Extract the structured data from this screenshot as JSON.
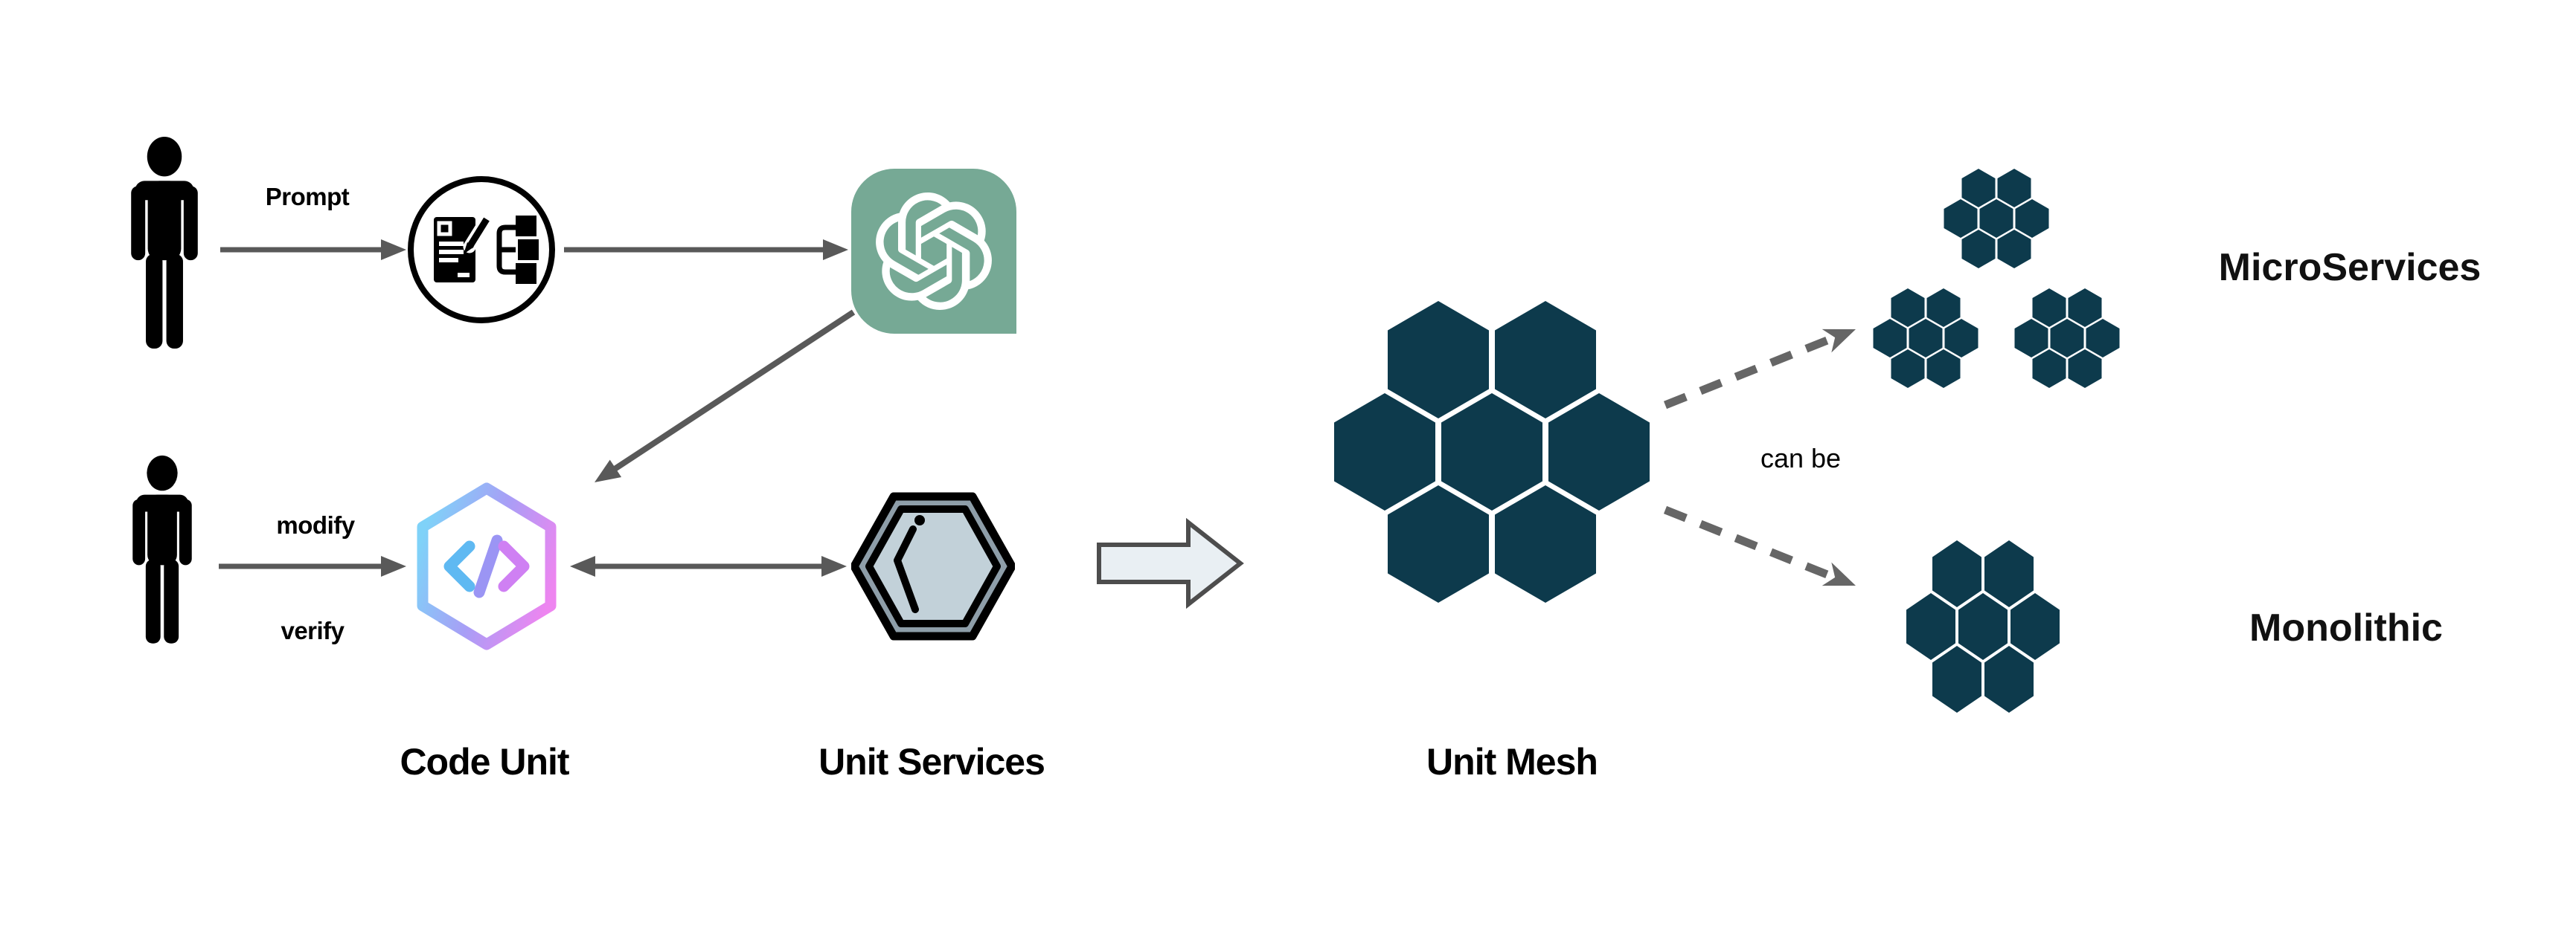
{
  "diagram": {
    "flow_labels": {
      "prompt": "Prompt",
      "modify": "modify",
      "verify": "verify",
      "can_be": "can be"
    },
    "captions": {
      "code_unit": "Code Unit",
      "unit_services": "Unit Services",
      "unit_mesh": "Unit Mesh",
      "microservices": "MicroServices",
      "monolithic": "Monolithic"
    },
    "icons": [
      "person-icon",
      "requirements-doc-icon",
      "openai-logo-icon",
      "code-unit-hexagon-icon",
      "unit-services-hexagon-icon",
      "block-arrow-right-icon",
      "honeycomb-mesh-icon",
      "honeycomb-microservice-icon",
      "honeycomb-monolith-icon"
    ],
    "colors": {
      "hive_teal": "#0d3a4c",
      "openai_teal": "#76a995",
      "arrow_gray": "#595959",
      "dashed_gray": "#666666",
      "block_arrow_fill": "#e9eff3",
      "block_arrow_stroke": "#4d4d4d",
      "services_outer": "#8e9ea9",
      "services_inner": "#c2d1d9",
      "code_gradient_start": "#7fd2f8",
      "code_gradient_mid": "#a89ef6",
      "code_gradient_end": "#ee85f0",
      "code_chevron_left": "#5fb9f2",
      "code_slash": "#9b95f4",
      "code_chevron_right": "#cf80f3"
    }
  }
}
